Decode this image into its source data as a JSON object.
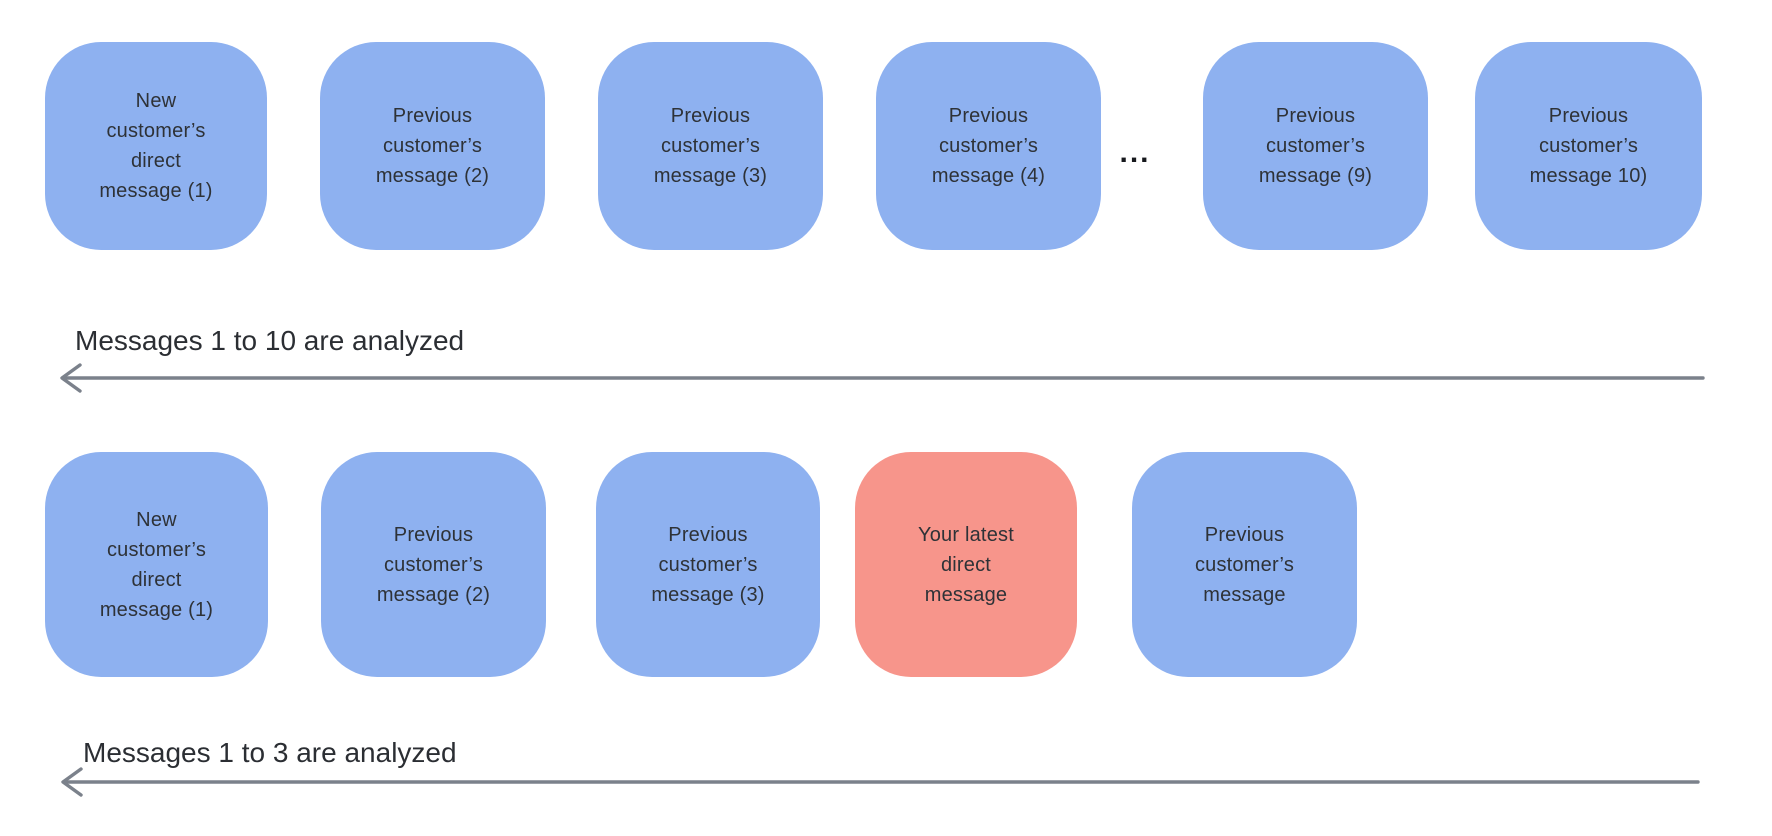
{
  "colors": {
    "background": "#FFFFFF",
    "blue": "#8EB1F0",
    "red": "#F7958B",
    "boxText": "#2E3237",
    "labelText": "#2B2E33",
    "arrow": "#7B818B",
    "dots": "#17191D"
  },
  "row1": {
    "label": "Messages 1 to 10 are analyzed",
    "ellipsis": "...",
    "boxes": [
      {
        "text": "New\ncustomer’s\ndirect\nmessage (1)",
        "variant": "blue"
      },
      {
        "text": "Previous\ncustomer’s\nmessage (2)",
        "variant": "blue"
      },
      {
        "text": "Previous\ncustomer’s\nmessage (3)",
        "variant": "blue"
      },
      {
        "text": "Previous\ncustomer’s\nmessage (4)",
        "variant": "blue"
      },
      {
        "text": "Previous\ncustomer’s\nmessage (9)",
        "variant": "blue"
      },
      {
        "text": "Previous\ncustomer’s\nmessage 10)",
        "variant": "blue"
      }
    ]
  },
  "row2": {
    "label": "Messages 1 to 3 are analyzed",
    "boxes": [
      {
        "text": "New\ncustomer’s\ndirect\nmessage (1)",
        "variant": "blue"
      },
      {
        "text": "Previous\ncustomer’s\nmessage (2)",
        "variant": "blue"
      },
      {
        "text": "Previous\ncustomer’s\nmessage (3)",
        "variant": "blue"
      },
      {
        "text": "Your latest\ndirect\nmessage",
        "variant": "red"
      },
      {
        "text": "Previous\ncustomer’s\nmessage",
        "variant": "blue"
      }
    ]
  }
}
